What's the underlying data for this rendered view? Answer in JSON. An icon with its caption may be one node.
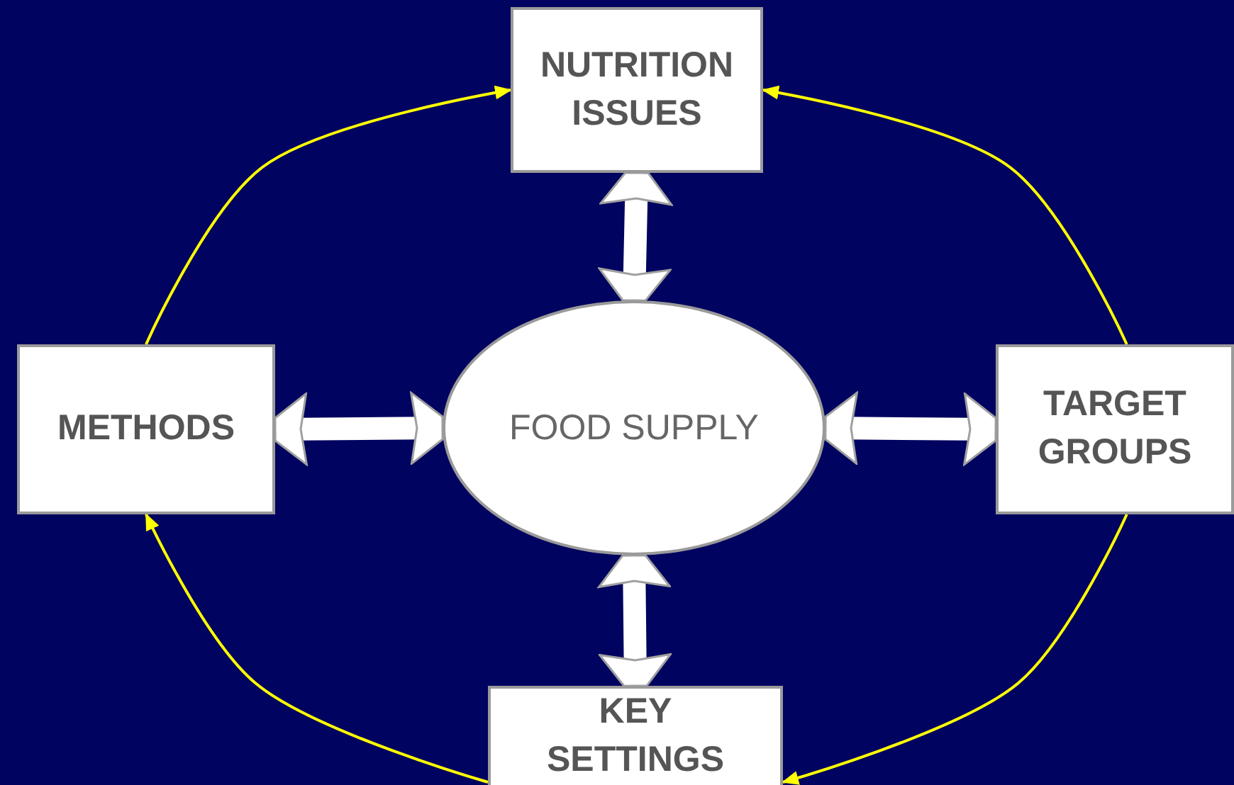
{
  "diagram": {
    "nodes": [
      {
        "text": [
          "NUTRITION ISSUES"
        ]
      },
      {
        "text": [
          "METHODS"
        ]
      },
      {
        "text": [
          "FOOD SUPPLY"
        ]
      },
      {
        "text": [
          "TARGET GROUPS"
        ]
      },
      {
        "text": [
          "KEY SETTINGS"
        ]
      }
    ],
    "edges": [
      {
        "from": 0,
        "to": 2,
        "arrow": "both",
        "style": "thick"
      },
      {
        "from": 1,
        "to": 2,
        "arrow": "both",
        "style": "thick"
      },
      {
        "from": 2,
        "to": 3,
        "arrow": "both",
        "style": "thick"
      },
      {
        "from": 2,
        "to": 4,
        "arrow": "both",
        "style": "thick"
      },
      {
        "from": 1,
        "to": 0,
        "arrow": "to",
        "color": "#ffff00"
      },
      {
        "from": 3,
        "to": 0,
        "arrow": "to",
        "color": "#ffff00"
      },
      {
        "from": 3,
        "to": 4,
        "arrow": "to",
        "color": "#ffff00"
      },
      {
        "from": 4,
        "to": 1,
        "arrow": "to",
        "color": "#ffff00"
      }
    ]
  }
}
